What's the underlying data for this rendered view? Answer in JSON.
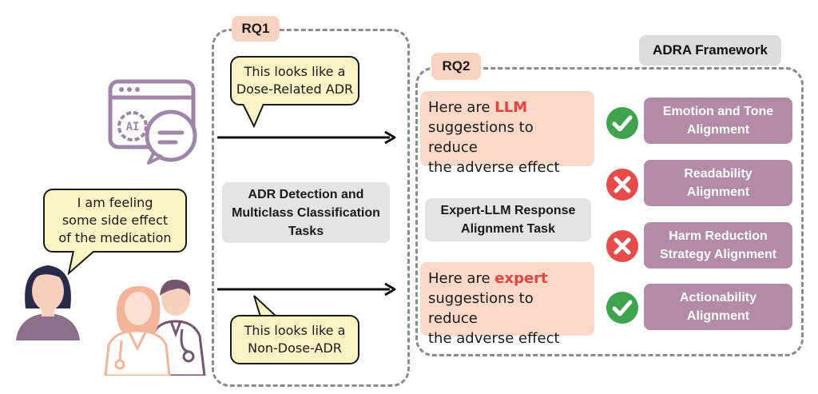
{
  "rq1": {
    "tag": "RQ1",
    "bubble_top": [
      "This looks like a",
      "Dose-Related ADR"
    ],
    "task": [
      "ADR Detection and",
      "Multiclass Classification",
      "Tasks"
    ],
    "bubble_bottom": [
      "This looks like a",
      "Non-Dose-ADR"
    ]
  },
  "rq2": {
    "tag": "RQ2",
    "llm_suggestion": {
      "prefix": "Here are ",
      "highlight": "LLM",
      "rest": [
        "suggestions to reduce",
        "the adverse effect"
      ]
    },
    "task": [
      "Expert-LLM Response",
      "Alignment Task"
    ],
    "expert_suggestion": {
      "prefix": "Here are ",
      "highlight": "expert",
      "rest": [
        "suggestions to reduce",
        "the adverse effect"
      ]
    }
  },
  "framework": {
    "tag": "ADRA Framework",
    "criteria": [
      {
        "lines": [
          "Emotion and Tone",
          "Alignment"
        ],
        "status": "check-icon"
      },
      {
        "lines": [
          "Readability",
          "Alignment"
        ],
        "status": "cross-icon"
      },
      {
        "lines": [
          "Harm Reduction",
          "Strategy Alignment"
        ],
        "status": "cross-icon"
      },
      {
        "lines": [
          "Actionability",
          "Alignment"
        ],
        "status": "check-icon"
      }
    ]
  },
  "patient": {
    "bubble": [
      "I am feeling",
      "some side effect",
      "of the medication"
    ]
  },
  "colors": {
    "check": "#3fa34d",
    "cross": "#e84a4a",
    "highlight": "#e8433f",
    "criteria_bg": "#b48ba7",
    "icon_ai": "#9f86a8"
  },
  "icons": [
    "ai-chat-icon",
    "patient-icon",
    "doctors-icon",
    "arrow-right-icon"
  ]
}
